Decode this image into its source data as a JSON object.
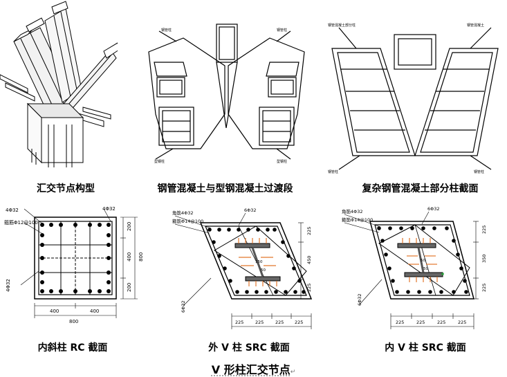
{
  "figure": {
    "captions": {
      "panel1": "汇交节点构型",
      "panel2": "钢管混凝土与型钢混凝土过渡段",
      "panel3": "复杂钢管混凝土部分柱截面",
      "panel4": "内斜柱 RC 截面",
      "panel5": "外 V 柱 SRC 截面",
      "panel6": "内 V 柱 SRC 截面"
    },
    "title": "V 形柱汇交节点",
    "title_mark": "↵",
    "rc_section": {
      "rebar_top": "4Φ32",
      "stirrup": "箍筋Φ12@100",
      "rebar_right_top": "4Φ32",
      "rebar_left": "4Φ32",
      "dim_right": [
        "200",
        "400",
        "200"
      ],
      "dim_right_total": "800",
      "dim_bottom": [
        "400",
        "400"
      ],
      "dim_bottom_total": "800"
    },
    "outer_v_src": {
      "rebar_left": "角筋4Φ32",
      "stirrup": "箍筋Φ14@100",
      "rebar_top": "6Φ32",
      "rebar_left_side": "6Φ32",
      "dim_right": [
        "225",
        "450",
        "225"
      ],
      "dim_bottom": [
        "225",
        "225",
        "225",
        "225"
      ],
      "inner_dim": [
        "150",
        "50"
      ]
    },
    "inner_v_src": {
      "rebar_left": "角筋4Φ32",
      "stirrup": "箍筋Φ14@100",
      "rebar_top": "6Φ32",
      "rebar_left_side": "6Φ32",
      "dim_right": [
        "225",
        "350",
        "225"
      ],
      "dim_bottom": [
        "225",
        "225",
        "225",
        "225"
      ],
      "inner_dim": [
        "50",
        "50"
      ]
    }
  }
}
